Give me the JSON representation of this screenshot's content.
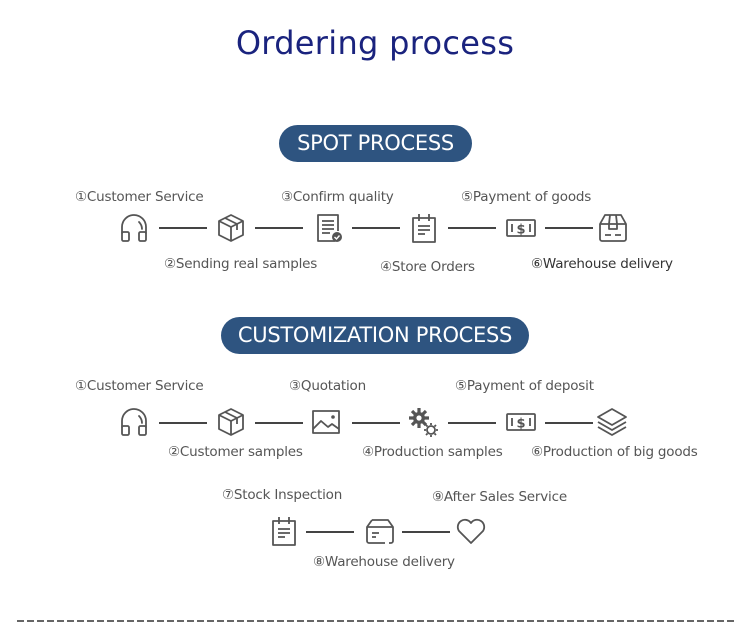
{
  "title": "Ordering process",
  "spot": {
    "heading": "SPOT PROCESS",
    "steps": [
      {
        "num": "①",
        "label": "Customer Service",
        "icon": "headset-icon"
      },
      {
        "num": "②",
        "label": "Sending real samples",
        "icon": "package-box-icon"
      },
      {
        "num": "③",
        "label": "Confirm quality",
        "icon": "checklist-document-icon"
      },
      {
        "num": "④",
        "label": "Store Orders",
        "icon": "notepad-icon"
      },
      {
        "num": "⑤",
        "label": "Payment of goods",
        "icon": "dollar-bill-icon"
      },
      {
        "num": "⑥",
        "label": "Warehouse delivery",
        "icon": "store-box-icon"
      }
    ]
  },
  "custom": {
    "heading": "CUSTOMIZATION PROCESS",
    "steps": [
      {
        "num": "①",
        "label": "Customer Service",
        "icon": "headset-icon"
      },
      {
        "num": "②",
        "label": "Customer samples",
        "icon": "package-box-icon"
      },
      {
        "num": "③",
        "label": "Quotation",
        "icon": "image-icon"
      },
      {
        "num": "④",
        "label": "Production samples",
        "icon": "gears-icon"
      },
      {
        "num": "⑤",
        "label": "Payment of deposit",
        "icon": "dollar-bill-icon"
      },
      {
        "num": "⑥",
        "label": "Production of big goods",
        "icon": "layers-icon"
      },
      {
        "num": "⑦",
        "label": "Stock Inspection",
        "icon": "notepad-icon"
      },
      {
        "num": "⑧",
        "label": "Warehouse delivery",
        "icon": "delivery-box-icon"
      },
      {
        "num": "⑨",
        "label": "After Sales Service",
        "icon": "heart-icon"
      }
    ]
  },
  "colors": {
    "title": "#1a237e",
    "pill": "#2e5480",
    "icon": "#555555",
    "text": "#555555"
  }
}
